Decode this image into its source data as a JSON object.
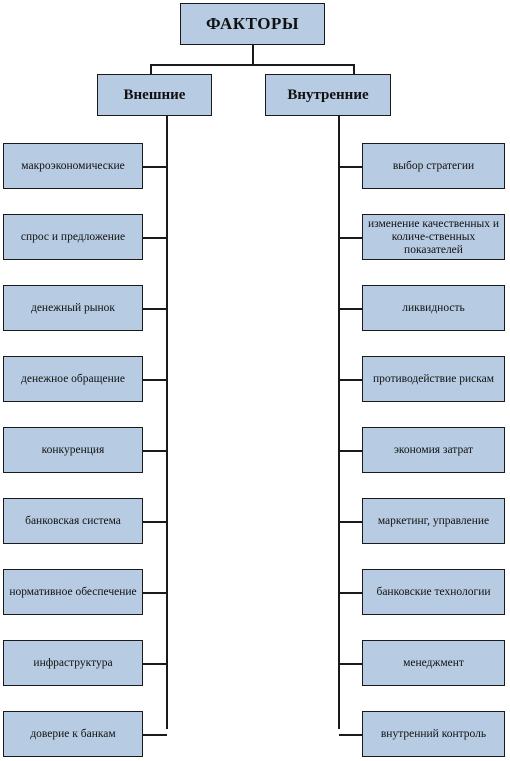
{
  "title": "ФАКТОРЫ",
  "external": {
    "label": "Внешние",
    "items": [
      "макроэкономические",
      "спрос и предложение",
      "денежный рынок",
      "денежное обращение",
      "конкуренция",
      "банковская система",
      "нормативное обеспечение",
      "инфраструктура",
      "доверие к банкам"
    ]
  },
  "internal": {
    "label": "Внутренние",
    "items": [
      "выбор стратегии",
      "изменение качественных и количе-ственных показателей",
      "ликвидность",
      "противодействие рискам",
      "экономия затрат",
      "маркетинг, управление",
      "банковские технологии",
      "менеджмент",
      "внутренний контроль"
    ]
  },
  "colors": {
    "box_fill": "#b7cbe2",
    "line": "#1a1a1a"
  }
}
